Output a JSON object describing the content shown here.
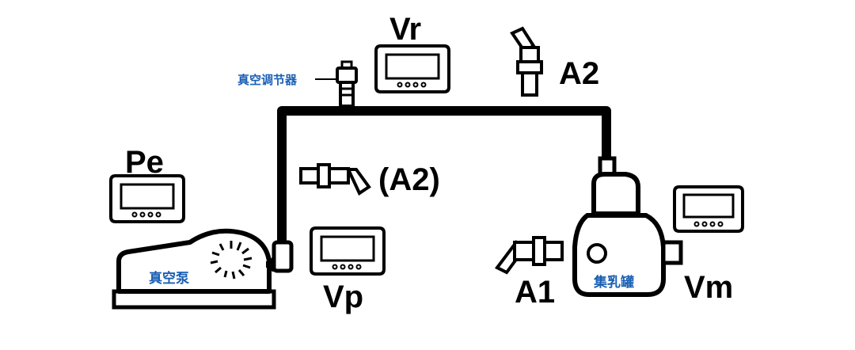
{
  "labels": {
    "vr": "Vr",
    "a2_top": "A2",
    "pe": "Pe",
    "a2_paren": "(A2)",
    "vp": "Vp",
    "a1": "A1",
    "vm": "Vm",
    "regulator": "真空调节器",
    "pump": "真空泵",
    "receiver": "集乳罐"
  },
  "colors": {
    "line": "#000000",
    "chinese_label": "#1a5fb4",
    "gauge_screen": "#ffffff"
  }
}
